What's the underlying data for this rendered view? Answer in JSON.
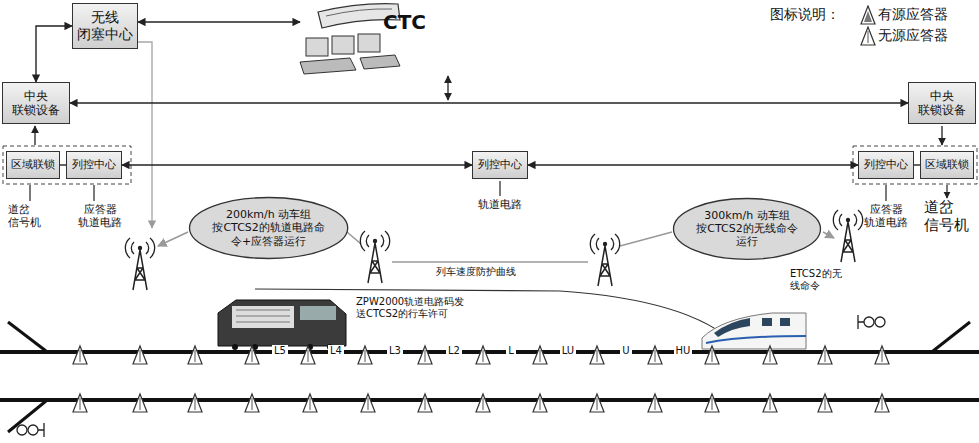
{
  "diagram": {
    "nodes": [
      {
        "text": [
          "无线 闭塞中心"
        ]
      },
      {
        "text": [
          "CTC"
        ]
      },
      {
        "text": [
          "中央 联锁设备"
        ]
      },
      {
        "text": [
          "中央 联锁设备"
        ]
      },
      {
        "text": [
          "区域联锁"
        ]
      },
      {
        "text": [
          "列控中心"
        ]
      },
      {
        "text": [
          "列控中心"
        ]
      },
      {
        "text": [
          "列控中心"
        ]
      },
      {
        "text": [
          "区域联锁"
        ]
      },
      {
        "text": [
          "200km/h 动车组 按CTCS2的轨道电路命令+应答器运行"
        ]
      },
      {
        "text": [
          "300km/h 动车组 按CTCS2的无线命令运行"
        ]
      }
    ],
    "edges": [
      {
        "from": 0,
        "to": 1,
        "arrow": "both"
      },
      {
        "from": 0,
        "to": 2,
        "arrow": "both"
      },
      {
        "from": 2,
        "to": 3,
        "arrow": "both"
      },
      {
        "from": 4,
        "to": 5,
        "arrow": "none"
      },
      {
        "from": 5,
        "to": 6,
        "arrow": "both"
      },
      {
        "from": 6,
        "to": 7,
        "arrow": "both"
      },
      {
        "from": 7,
        "to": 8,
        "arrow": "none"
      }
    ],
    "labels": [
      "图标说明：",
      "道岔 信号机",
      "应答器 轨道电路",
      "轨道电路",
      "列车速度防护曲线",
      "ZPW2000轨道电路码发 送CTCS2的行车许可",
      "ETCS2的无 线命令",
      "应答器 轨道电路",
      "道岔 信号机",
      "L5",
      "L4",
      "L3",
      "L2",
      "L",
      "LU",
      "U",
      "HU"
    ],
    "legend": [
      {
        "text": "有源应答器"
      },
      {
        "text": "无源应答器"
      }
    ]
  }
}
